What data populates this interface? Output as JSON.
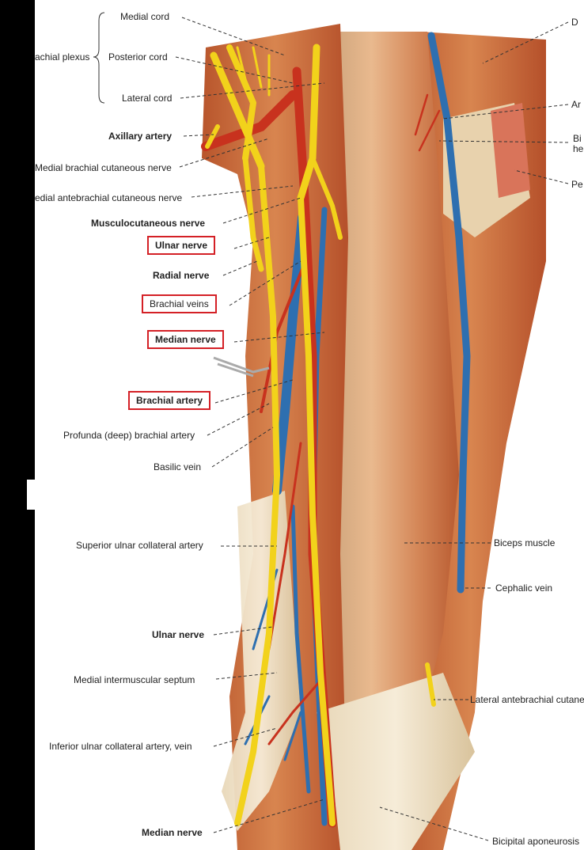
{
  "diagram": {
    "labels": {
      "medial_cord": "Medial cord",
      "brachial_plexus": "achial plexus",
      "posterior_cord": "Posterior cord",
      "lateral_cord": "Lateral cord",
      "axillary_artery": "Axillary artery",
      "medial_brachial_cutaneous": "Medial brachial cutaneous nerve",
      "medial_antebrachial_cutaneous": "edial antebrachial cutaneous nerve",
      "musculocutaneous": "Musculocutaneous nerve",
      "ulnar_nerve_top": "Ulnar nerve",
      "radial_nerve": "Radial nerve",
      "brachial_veins": "Brachial veins",
      "median_nerve_top": "Median nerve",
      "brachial_artery": "Brachial artery",
      "profunda": "Profunda (deep) brachial artery",
      "basilic_vein": "Basilic vein",
      "sup_ulnar_collateral": "Superior ulnar collateral artery",
      "ulnar_nerve_bottom": "Ulnar nerve",
      "medial_intermuscular": "Medial intermuscular septum",
      "inf_ulnar_collateral": "Inferior ulnar collateral artery, vein",
      "median_nerve_bottom": "Median nerve",
      "deltoid_partial": "D",
      "arm_partial": "Ar",
      "biceps_head_partial_1": "Bi",
      "biceps_head_partial_2": "he",
      "pectoralis_partial": "Pe",
      "biceps_muscle": "Biceps muscle",
      "cephalic_vein": "Cephalic vein",
      "lateral_antebrachial": "Lateral antebrachial cutane",
      "bicipital_aponeurosis": "Bicipital aponeurosis"
    },
    "colors": {
      "nerve": "#f2d21b",
      "artery": "#c8321e",
      "vein": "#2e6fb0",
      "muscle": "#c86a3a",
      "tendon": "#eadcc0",
      "highlight_box": "#d42026"
    }
  }
}
